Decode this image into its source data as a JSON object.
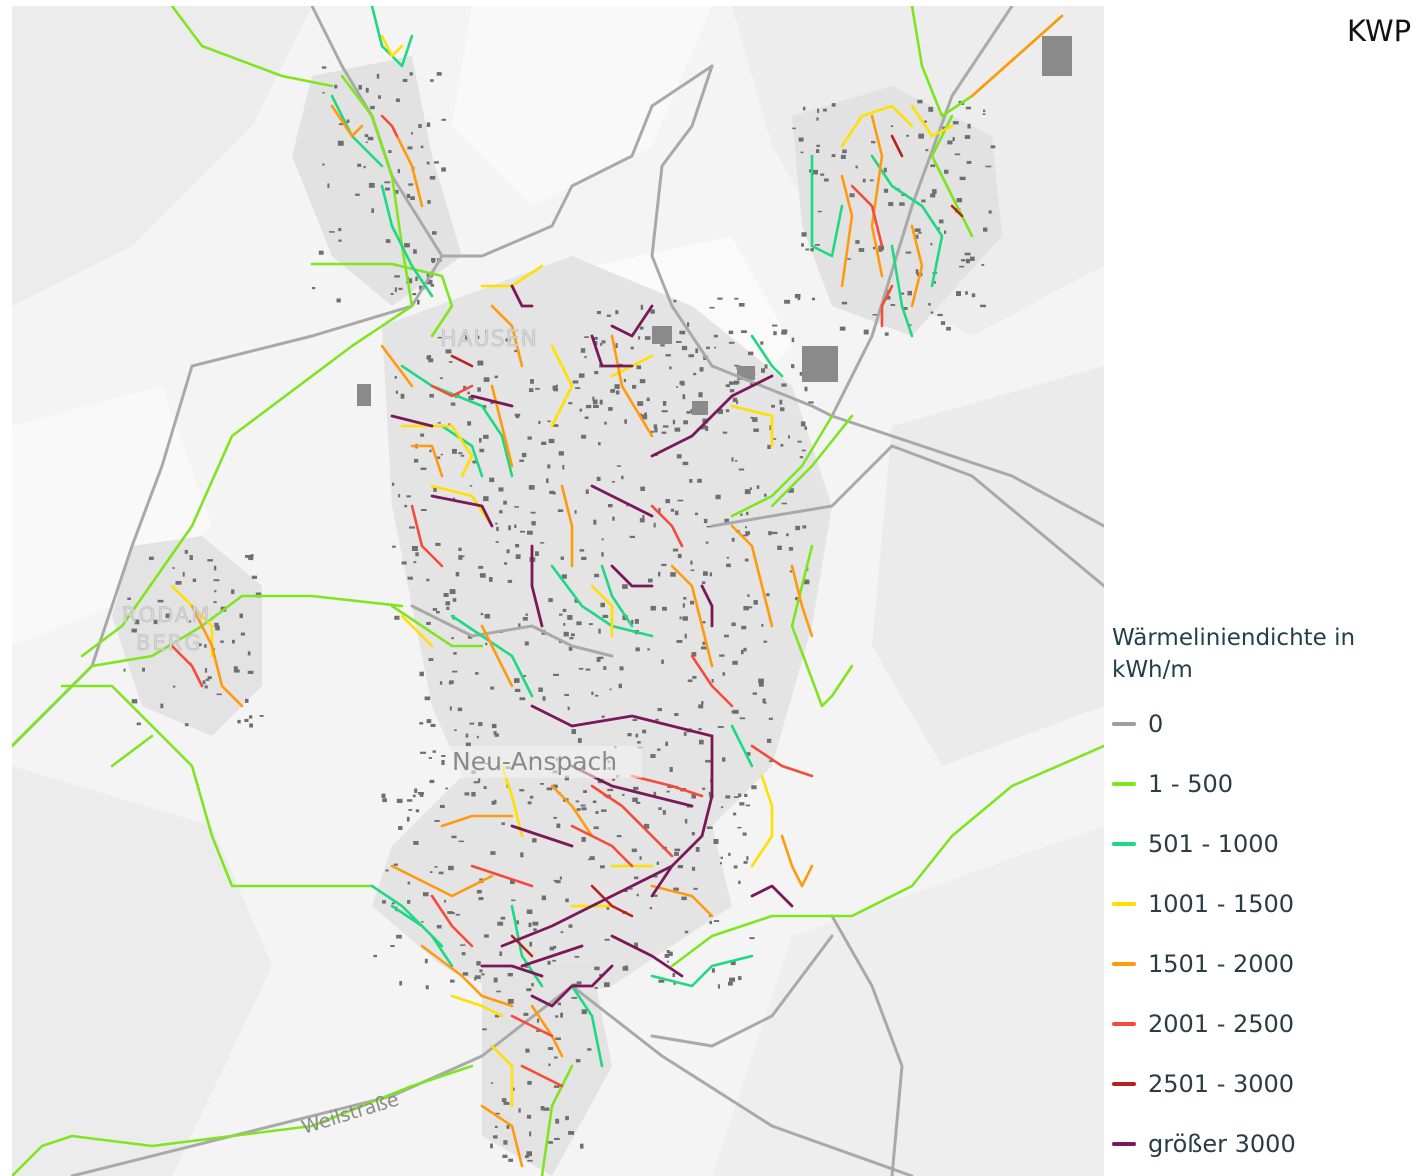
{
  "header": {
    "kwp_label": "KWP"
  },
  "map": {
    "place_labels": {
      "hausen": "HAUSEN",
      "rod_am_berg_line1": "RODAM",
      "rod_am_berg_line2": "BERG",
      "neu_anspach": "Neu-Anspach",
      "weilstrasse": "Weilstraße"
    },
    "colors": {
      "background": "#f4f4f4",
      "land_light": "#fbfbfb",
      "land_dark": "#ebebeb",
      "main_road": "#a9a9a9",
      "building": "#6f6f6f"
    }
  },
  "legend": {
    "title": "Wärmeliniendichte in kWh/m",
    "items": [
      {
        "label": "0",
        "color": "#9e9e9e"
      },
      {
        "label": "1 - 500",
        "color": "#7ee51f"
      },
      {
        "label": "501 - 1000",
        "color": "#1ed882"
      },
      {
        "label": "1001 - 1500",
        "color": "#ffe000"
      },
      {
        "label": "1501 - 2000",
        "color": "#ff9a0e"
      },
      {
        "label": "2001 - 2500",
        "color": "#f54b3b"
      },
      {
        "label": "2501 - 3000",
        "color": "#b7221c"
      },
      {
        "label": "größer 3000",
        "color": "#7a1859"
      }
    ]
  }
}
